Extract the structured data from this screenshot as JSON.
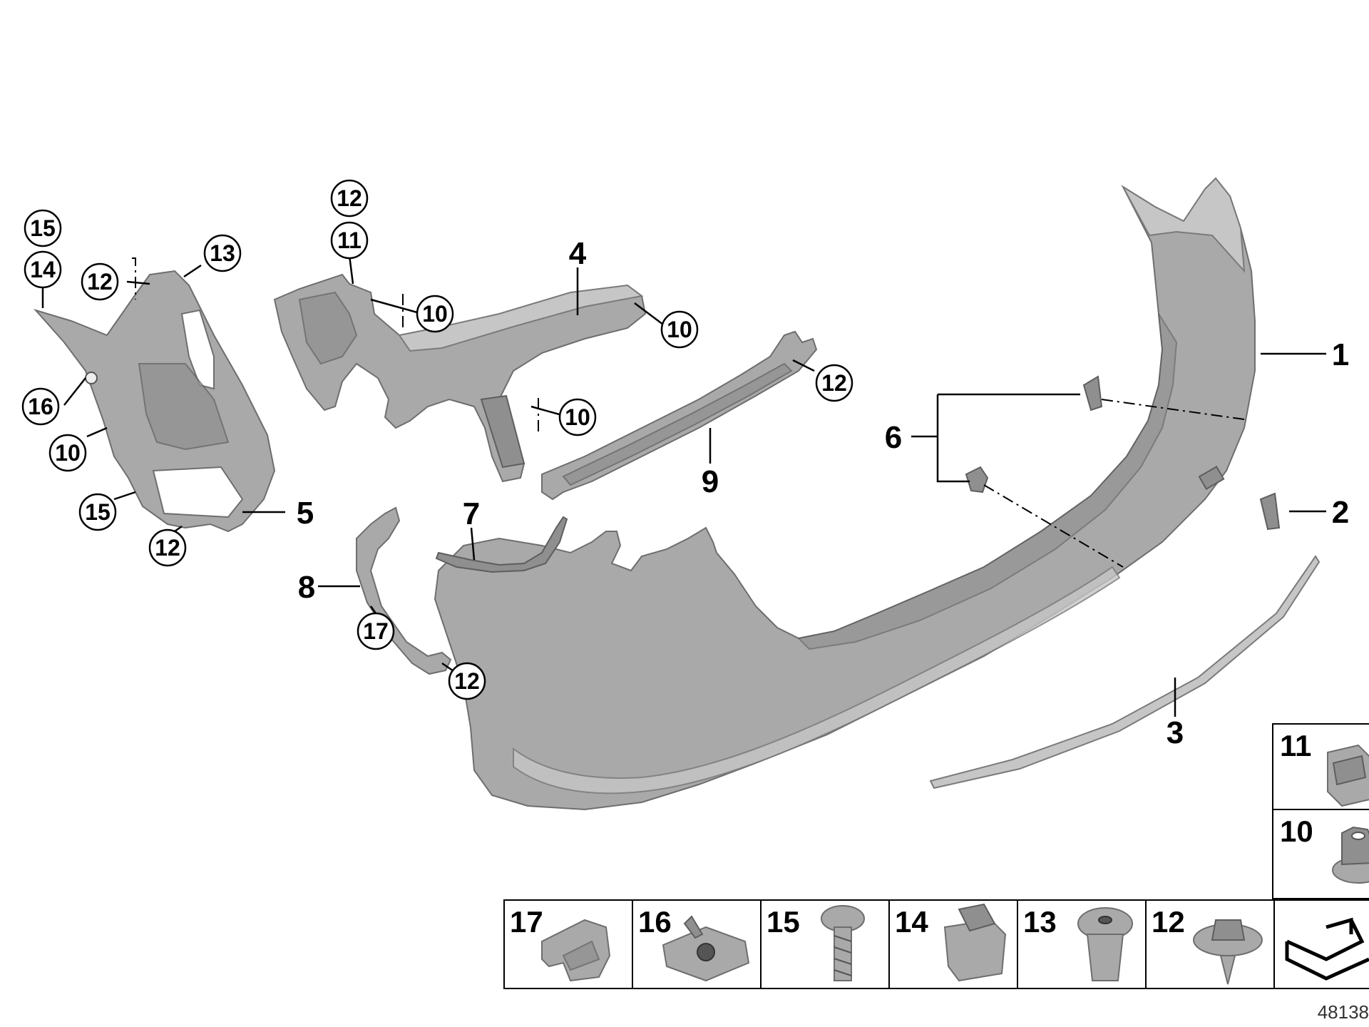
{
  "document_number": "48138",
  "part_labels": [
    {
      "id": "p1",
      "text": "1"
    },
    {
      "id": "p2",
      "text": "2"
    },
    {
      "id": "p3",
      "text": "3"
    },
    {
      "id": "p4",
      "text": "4"
    },
    {
      "id": "p5",
      "text": "5"
    },
    {
      "id": "p6",
      "text": "6"
    },
    {
      "id": "p7",
      "text": "7"
    },
    {
      "id": "p8",
      "text": "8"
    },
    {
      "id": "p9",
      "text": "9"
    }
  ],
  "circled_callouts": [
    {
      "id": "c15a",
      "text": "15"
    },
    {
      "id": "c14",
      "text": "14"
    },
    {
      "id": "c12a",
      "text": "12"
    },
    {
      "id": "c13",
      "text": "13"
    },
    {
      "id": "c16",
      "text": "16"
    },
    {
      "id": "c10a",
      "text": "10"
    },
    {
      "id": "c15b",
      "text": "15"
    },
    {
      "id": "c12b",
      "text": "12"
    },
    {
      "id": "c12c",
      "text": "12"
    },
    {
      "id": "c11",
      "text": "11"
    },
    {
      "id": "c10b",
      "text": "10"
    },
    {
      "id": "c10c",
      "text": "10"
    },
    {
      "id": "c10d",
      "text": "10"
    },
    {
      "id": "c12d",
      "text": "12"
    },
    {
      "id": "c17",
      "text": "17"
    },
    {
      "id": "c12e",
      "text": "12"
    }
  ],
  "legend_cells": [
    {
      "id": "l17",
      "text": "17",
      "icon": "clip-icon"
    },
    {
      "id": "l16",
      "text": "16",
      "icon": "spring-nut-icon"
    },
    {
      "id": "l15",
      "text": "15",
      "icon": "torx-bolt-icon"
    },
    {
      "id": "l14",
      "text": "14",
      "icon": "clip-nut-icon"
    },
    {
      "id": "l13",
      "text": "13",
      "icon": "expanding-rivet-icon"
    },
    {
      "id": "l12",
      "text": "12",
      "icon": "flange-screw-icon"
    },
    {
      "id": "l11",
      "text": "11",
      "icon": "cage-nut-icon"
    },
    {
      "id": "l10",
      "text": "10",
      "icon": "hex-collar-nut-icon"
    }
  ]
}
